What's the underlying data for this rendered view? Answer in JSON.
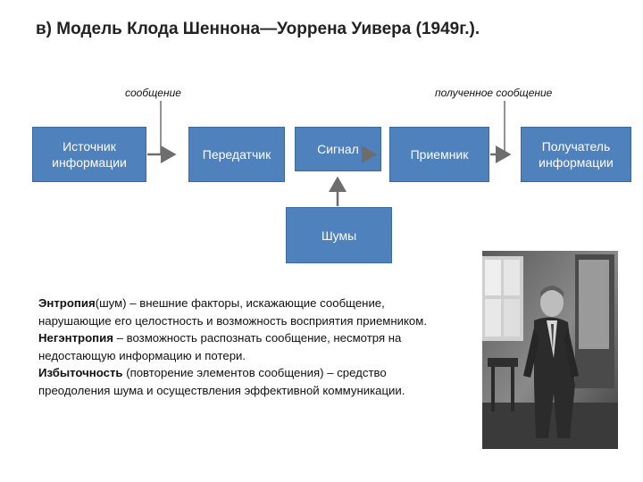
{
  "title": "в) Модель Клода Шеннона—Уоррена Уивера (1949г.).",
  "labels": {
    "message": "сообщение",
    "received_message": "полученное сообщение"
  },
  "boxes": {
    "source": "Источник информации",
    "transmitter": "Передатчик",
    "signal": "Сигнал",
    "receiver": "Приемник",
    "destination": "Получатель информации",
    "noise": "Шумы"
  },
  "definitions": {
    "entropy_term": "Энтропия",
    "entropy_text": "(шум) – внешние факторы, искажающие сообщение, нарушающие его целостность и возможность восприятия приемником.",
    "negentropy_term": "Негэнтропия",
    "negentropy_text": " – возможность распознать сообщение, несмотря на недостающую информацию и потери.",
    "redundancy_term": "Избыточность",
    "redundancy_text": " (повторение элементов сообщения) – средство преодоления шума и осуществления эффективной коммуникации."
  },
  "colors": {
    "box_fill": "#4f81bd",
    "box_text": "#ffffff"
  }
}
